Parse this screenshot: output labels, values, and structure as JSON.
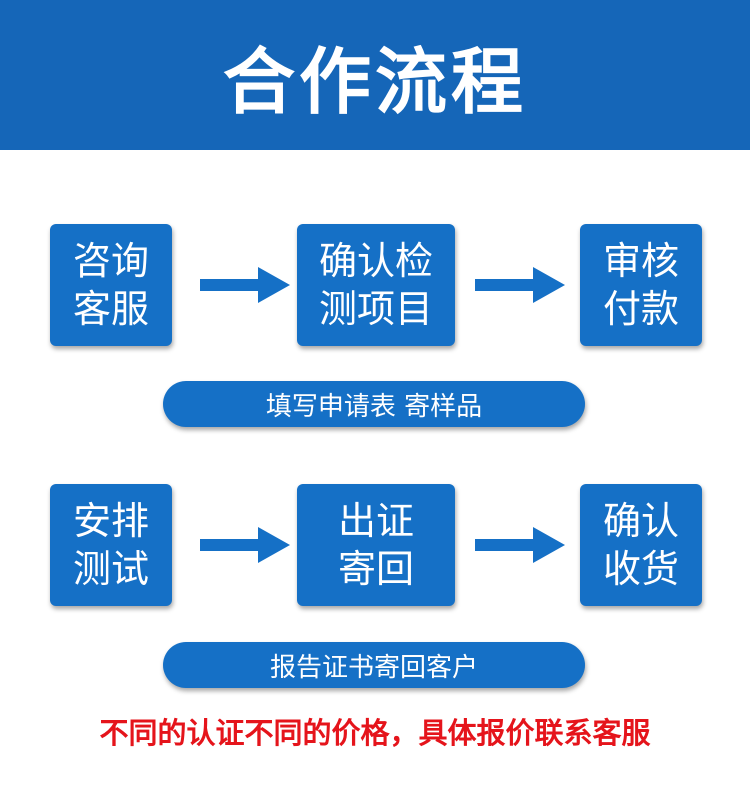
{
  "header": {
    "title": "合作流程"
  },
  "row1": {
    "steps": [
      {
        "line1": "咨询",
        "line2": "客服"
      },
      {
        "line1": "确认检",
        "line2": "测项目"
      },
      {
        "line1": "审核",
        "line2": "付款"
      }
    ],
    "pill": "填写申请表  寄样品"
  },
  "row2": {
    "steps": [
      {
        "line1": "安排",
        "line2": "测试"
      },
      {
        "line1": "出证",
        "line2": "寄回"
      },
      {
        "line1": "确认",
        "line2": "收货"
      }
    ],
    "pill": "报告证书寄回客户"
  },
  "note": "不同的认证不同的价格，具体报价联系客服",
  "colors": {
    "header_bg": "#1566b8",
    "box_bg": "#1570c6",
    "note_text": "#e5141b"
  },
  "icons": [
    "arrow-right-icon"
  ]
}
